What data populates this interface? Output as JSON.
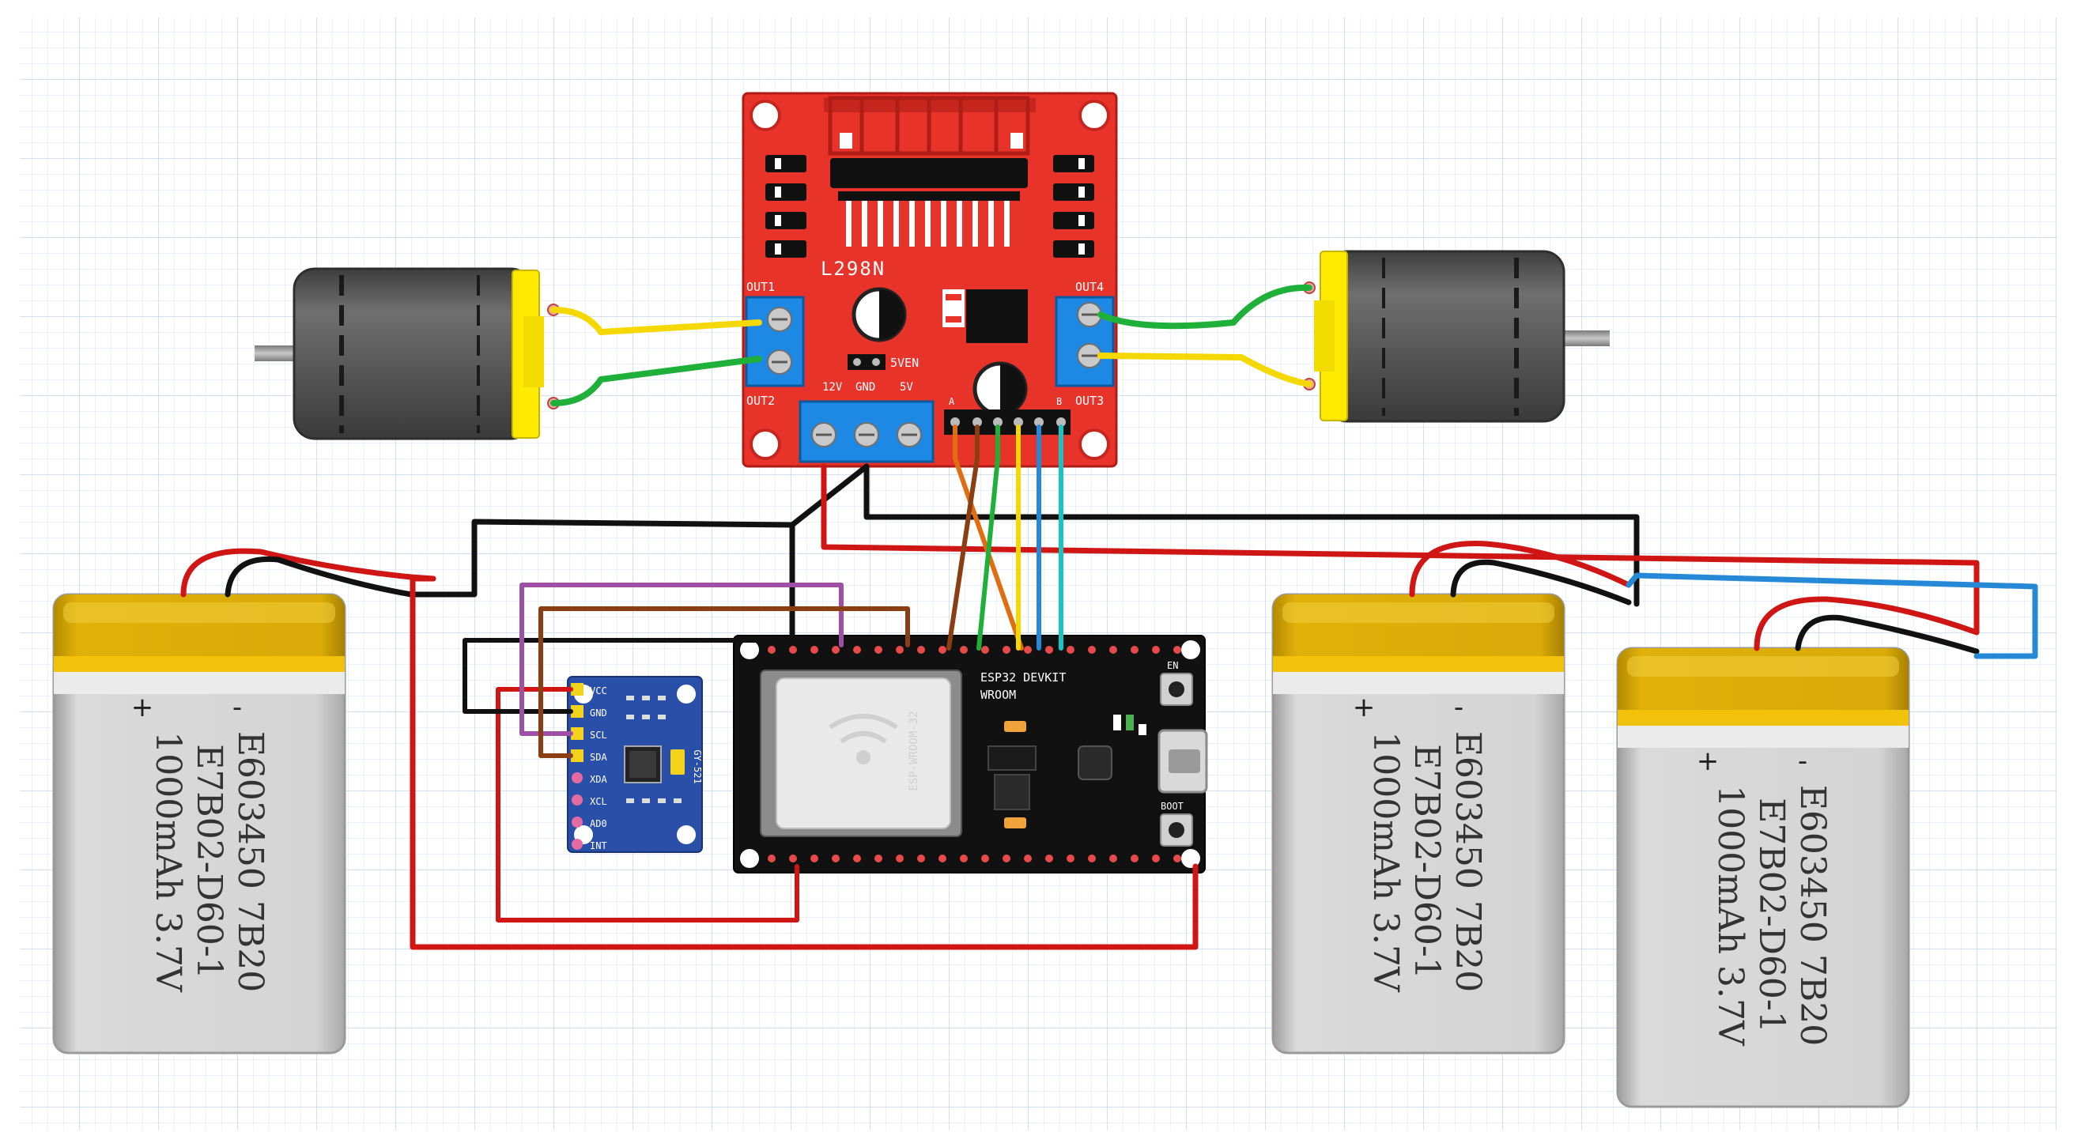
{
  "driver": {
    "chip_label": "L298N",
    "out1": "OUT1",
    "out2": "OUT2",
    "out3": "OUT3",
    "out4": "OUT4",
    "enable_label": "5VEN",
    "power_labels": [
      "12V",
      "GND",
      "5V"
    ],
    "en_a": "A",
    "en_b": "B"
  },
  "esp32": {
    "board_label_1": "ESP32 DEVKIT",
    "board_label_2": "WROOM",
    "module_label": "ESP-WROOM-32",
    "button_en": "EN",
    "button_boot": "BOOT"
  },
  "imu": {
    "pins": [
      "VCC",
      "GND",
      "SCL",
      "SDA",
      "XDA",
      "XCL",
      "AD0",
      "INT"
    ],
    "board_label": "GY-521"
  },
  "batteries": [
    {
      "plus": "+",
      "minus": "-",
      "line1": "E603450 7B20",
      "line2": "E7B02-D60-1",
      "line3": "1000mAh 3.7V"
    },
    {
      "plus": "+",
      "minus": "-",
      "line1": "E603450 7B20",
      "line2": "E7B02-D60-1",
      "line3": "1000mAh 3.7V"
    },
    {
      "plus": "+",
      "minus": "-",
      "line1": "E603450 7B20",
      "line2": "E7B02-D60-1",
      "line3": "1000mAh 3.7V"
    }
  ],
  "colors": {
    "driver_board": "#e8332a",
    "terminal_blue": "#1e88e5",
    "esp32_board": "#111111",
    "imu_board": "#2a4fa8",
    "battery_body": "#d7d7d7",
    "battery_band": "#f2c20a",
    "motor_body": "#5c5c5c",
    "motor_cap": "#ffea00",
    "wire_red": "#d01515",
    "wire_black": "#111111",
    "wire_yellow": "#f5d800",
    "wire_green": "#1fb03a",
    "wire_orange": "#e06d10",
    "wire_blue": "#2589d8",
    "wire_cyan": "#18c4c4",
    "wire_purple": "#a04fa6",
    "wire_brown": "#8b3e12"
  }
}
